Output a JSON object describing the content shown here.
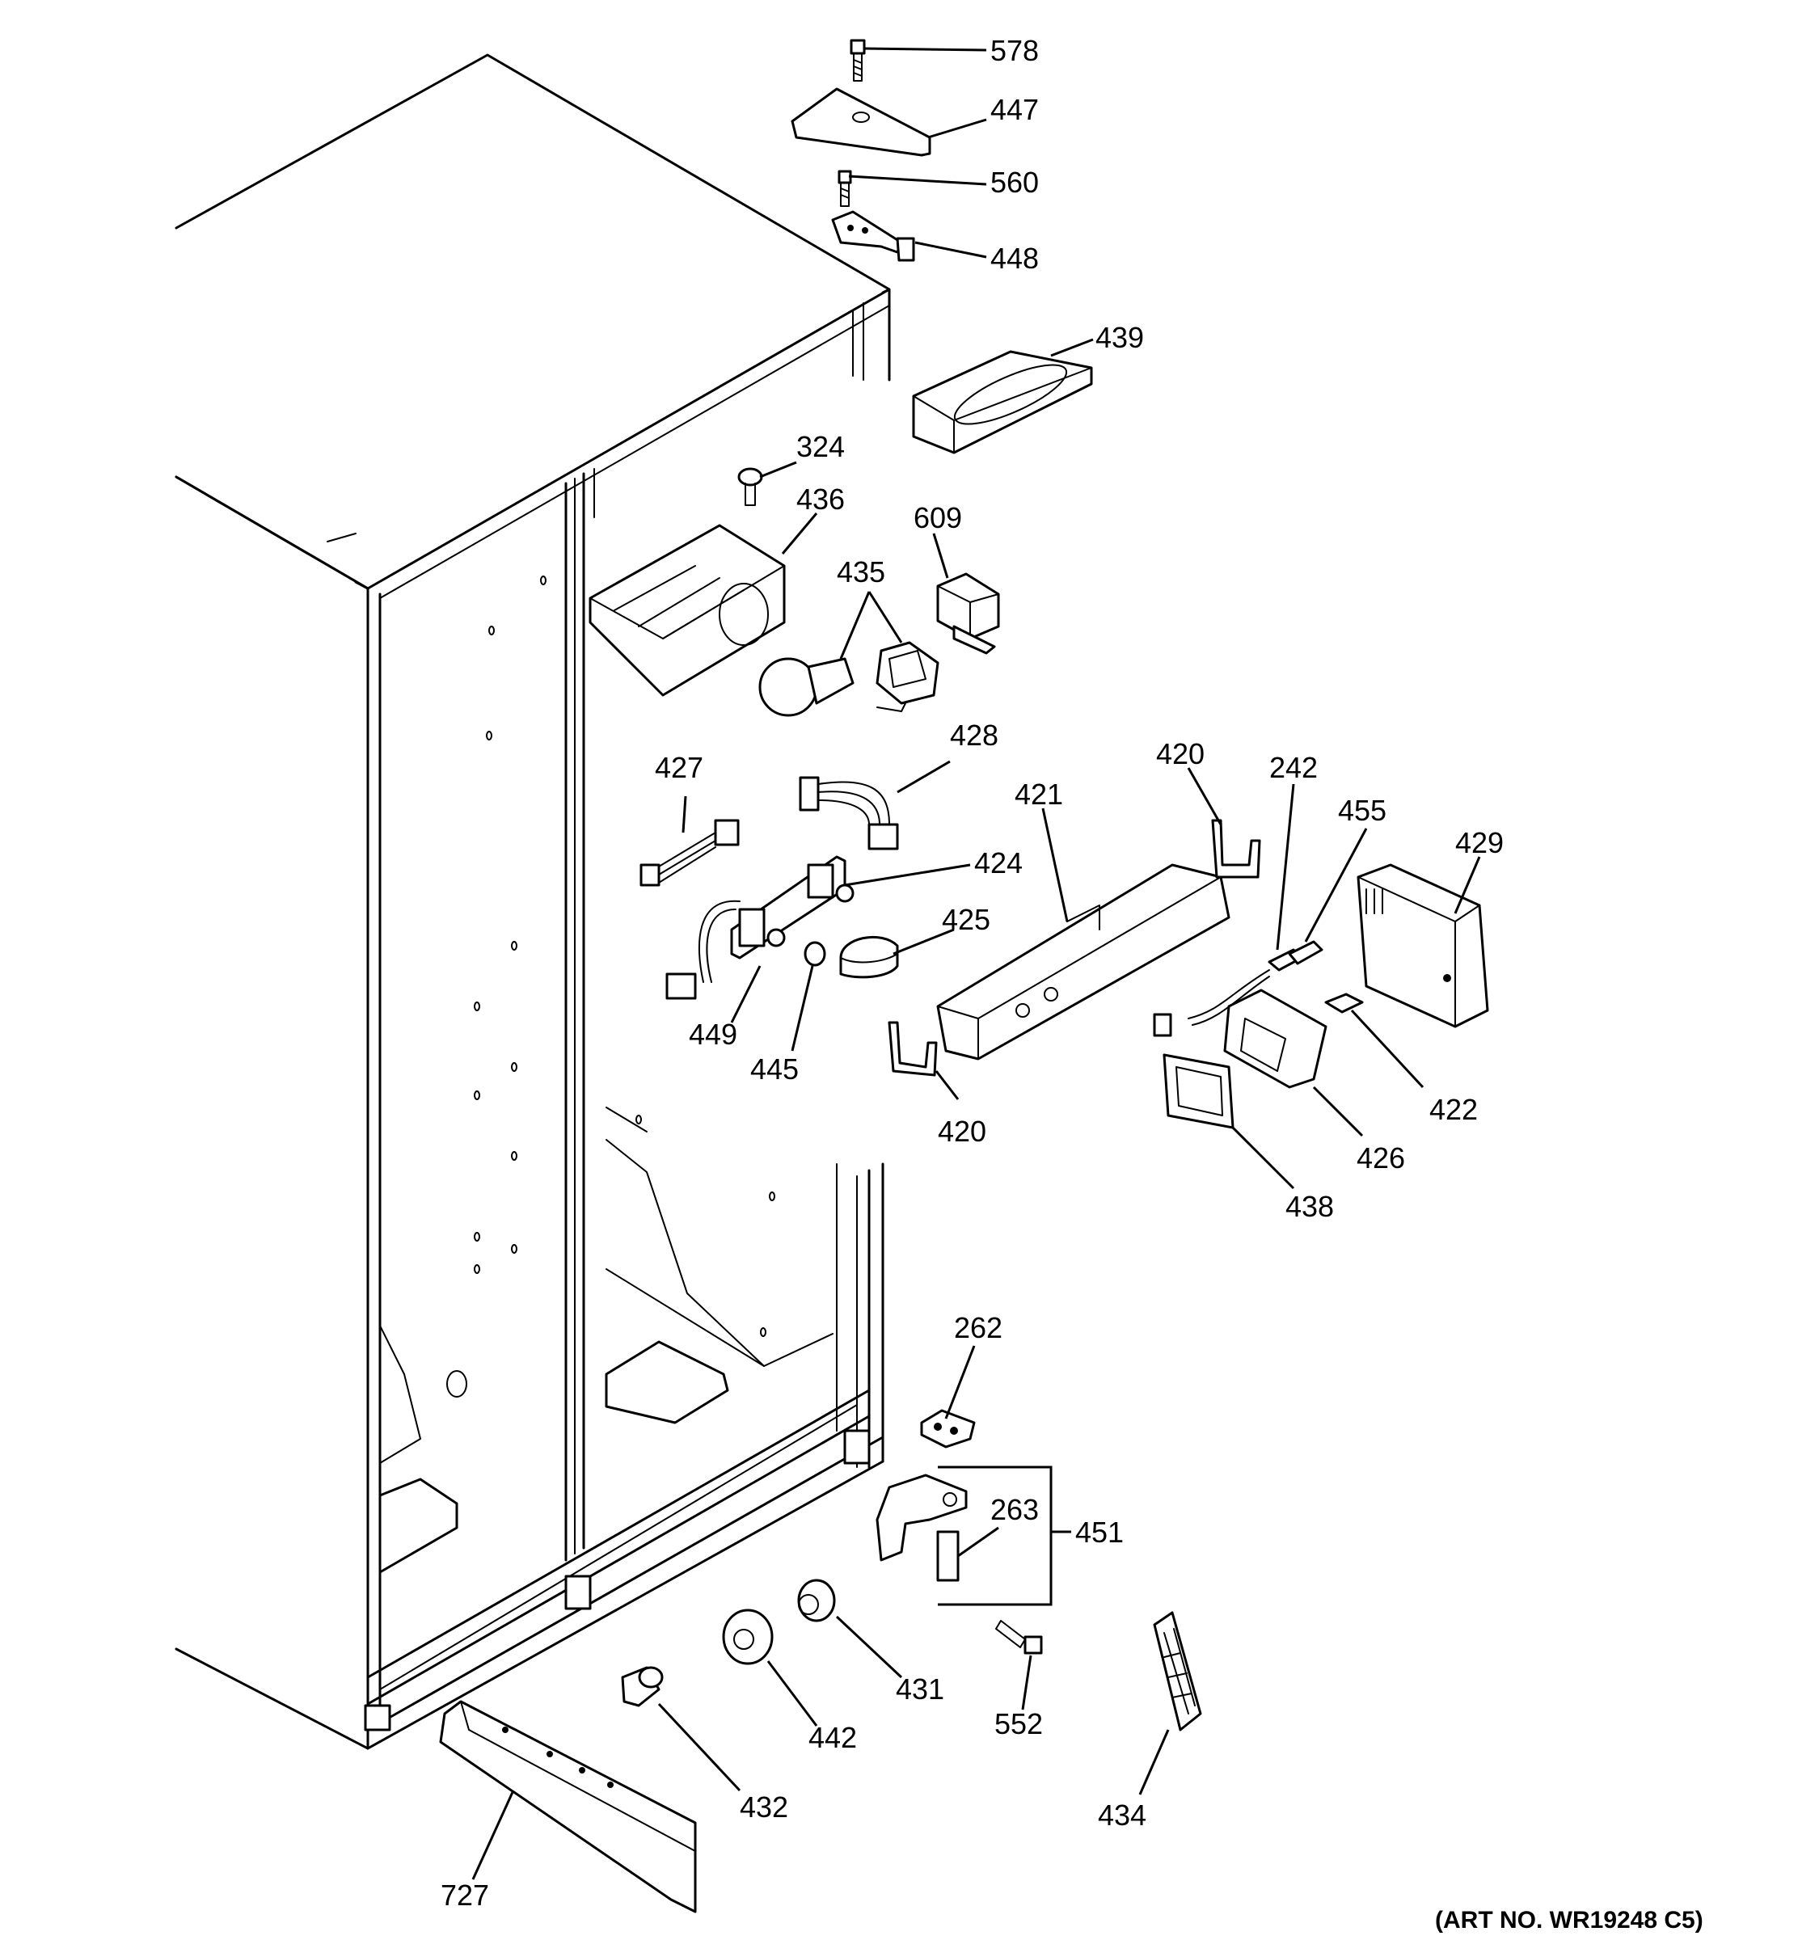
{
  "art_number": "(ART NO. WR19248 C5)",
  "callouts": [
    {
      "id": "c578",
      "label": "578"
    },
    {
      "id": "c447",
      "label": "447"
    },
    {
      "id": "c560",
      "label": "560"
    },
    {
      "id": "c448",
      "label": "448"
    },
    {
      "id": "c439",
      "label": "439"
    },
    {
      "id": "c324",
      "label": "324"
    },
    {
      "id": "c436",
      "label": "436"
    },
    {
      "id": "c609",
      "label": "609"
    },
    {
      "id": "c435",
      "label": "435"
    },
    {
      "id": "c428",
      "label": "428"
    },
    {
      "id": "c427",
      "label": "427"
    },
    {
      "id": "c420a",
      "label": "420"
    },
    {
      "id": "c242",
      "label": "242"
    },
    {
      "id": "c421",
      "label": "421"
    },
    {
      "id": "c455",
      "label": "455"
    },
    {
      "id": "c429",
      "label": "429"
    },
    {
      "id": "c424",
      "label": "424"
    },
    {
      "id": "c425",
      "label": "425"
    },
    {
      "id": "c449",
      "label": "449"
    },
    {
      "id": "c445",
      "label": "445"
    },
    {
      "id": "c420b",
      "label": "420"
    },
    {
      "id": "c422",
      "label": "422"
    },
    {
      "id": "c426",
      "label": "426"
    },
    {
      "id": "c438",
      "label": "438"
    },
    {
      "id": "c262",
      "label": "262"
    },
    {
      "id": "c263",
      "label": "263"
    },
    {
      "id": "c451",
      "label": "451"
    },
    {
      "id": "c431",
      "label": "431"
    },
    {
      "id": "c442",
      "label": "442"
    },
    {
      "id": "c552",
      "label": "552"
    },
    {
      "id": "c432",
      "label": "432"
    },
    {
      "id": "c434",
      "label": "434"
    },
    {
      "id": "c727",
      "label": "727"
    }
  ]
}
